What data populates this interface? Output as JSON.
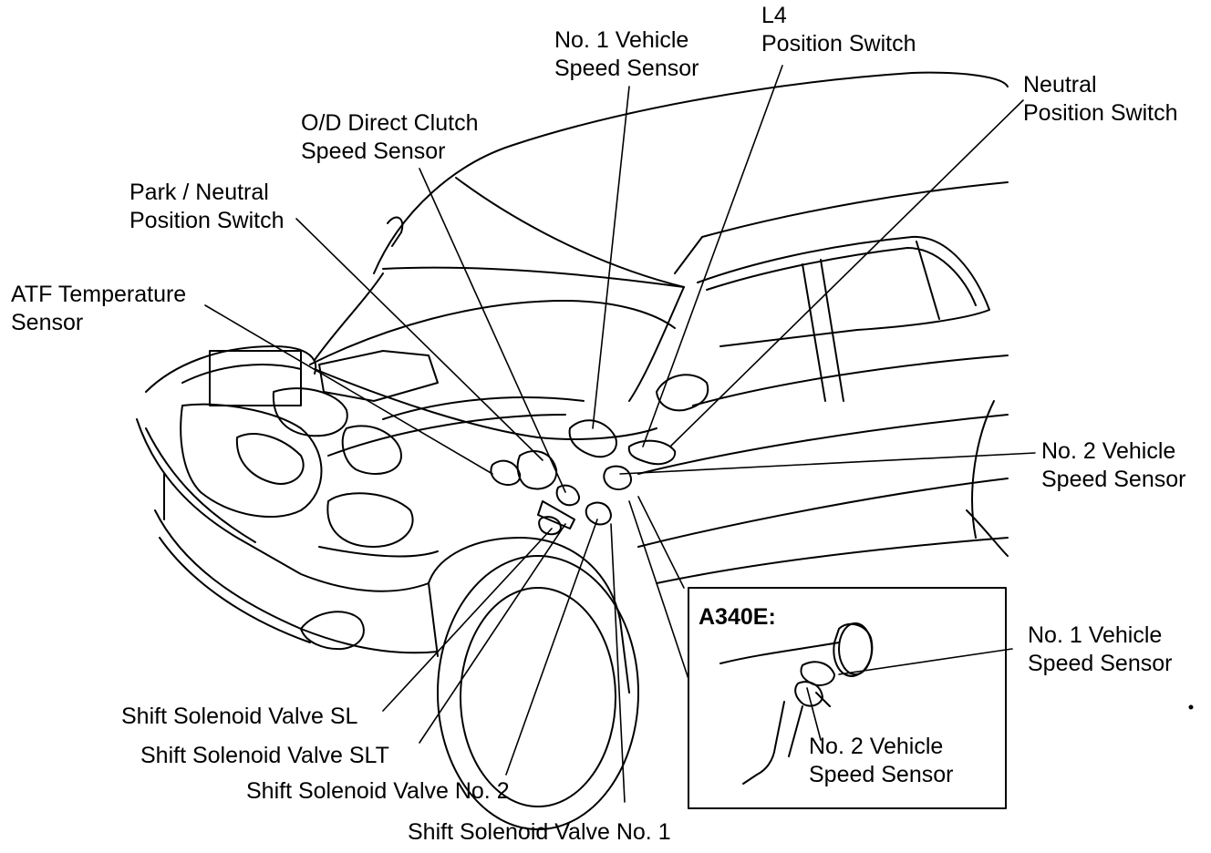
{
  "labels": {
    "no1_vss_top": {
      "line1": "No. 1 Vehicle",
      "line2": "Speed Sensor"
    },
    "l4_switch": {
      "line1": "L4",
      "line2": "Position Switch"
    },
    "neutral_switch": {
      "line1": "Neutral",
      "line2": "Position Switch"
    },
    "od_clutch_sensor": {
      "line1": "O/D Direct Clutch",
      "line2": "Speed Sensor"
    },
    "park_neutral_switch": {
      "line1": "Park / Neutral",
      "line2": "Position Switch"
    },
    "atf_temp_sensor": {
      "line1": "ATF Temperature",
      "line2": "Sensor"
    },
    "no2_vss_right": {
      "line1": "No. 2 Vehicle",
      "line2": "Speed Sensor"
    },
    "shift_sl": "Shift Solenoid Valve SL",
    "shift_slt": "Shift Solenoid Valve SLT",
    "shift_no2": "Shift Solenoid Valve No. 2",
    "shift_no1": "Shift Solenoid Valve No. 1"
  },
  "inset": {
    "title": "A340E:",
    "no1_vss": {
      "line1": "No. 1 Vehicle",
      "line2": "Speed Sensor"
    },
    "no2_vss": {
      "line1": "No. 2 Vehicle",
      "line2": "Speed Sensor"
    }
  },
  "colors": {
    "ink": "#000000",
    "paper": "#ffffff"
  }
}
